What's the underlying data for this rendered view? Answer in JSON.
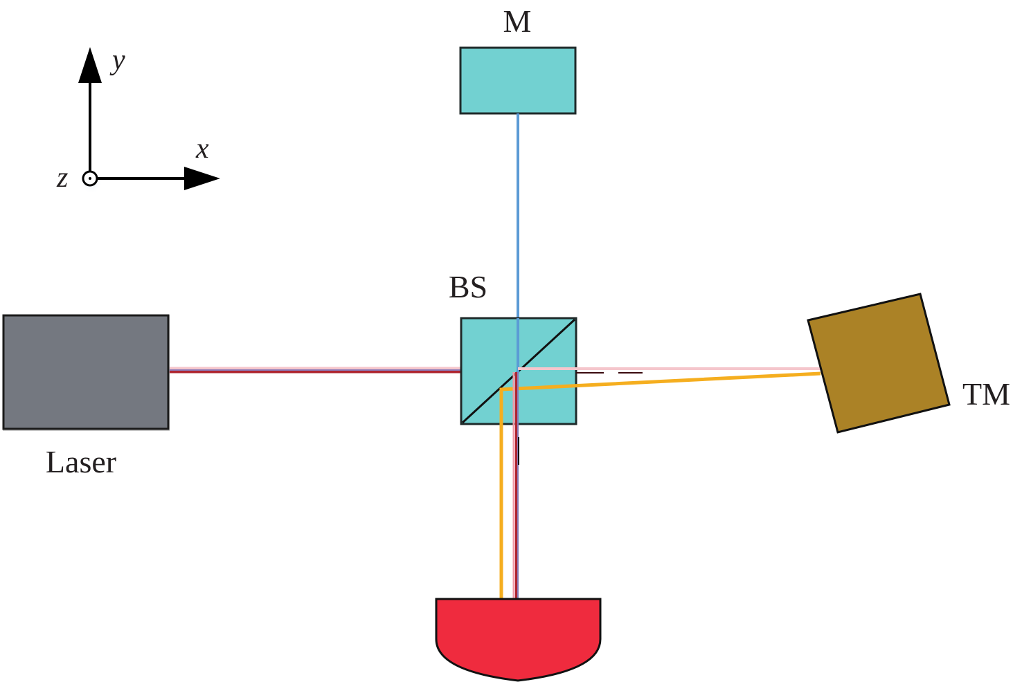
{
  "diagram": {
    "title": "Michelson interferometer setup",
    "axes": {
      "x_label": "x",
      "y_label": "y",
      "z_label": "z"
    },
    "components": {
      "laser": {
        "label": "Laser",
        "color": "#747880"
      },
      "mirror": {
        "label": "M",
        "color": "#72d1d1"
      },
      "beam_splitter": {
        "label": "BS",
        "color": "#72d1d1"
      },
      "test_mirror": {
        "label": "TM",
        "color": "#ab8226"
      },
      "detector": {
        "label": "",
        "color": "#ef2b3e"
      }
    },
    "beams": {
      "reference_color": "#5b9bd5",
      "incident_color": "#ae2530",
      "tilted_color": "#f5ae1f",
      "halo_color": "#f5c6cc",
      "mixed_color": "#8a7bb8"
    }
  }
}
